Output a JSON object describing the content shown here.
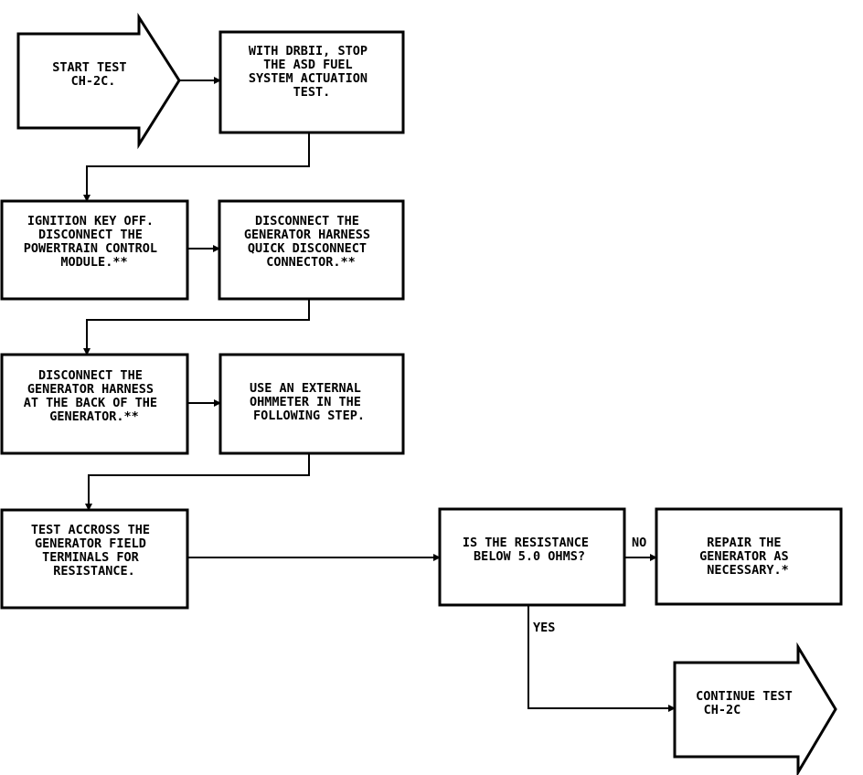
{
  "nodes": {
    "start": {
      "lines": [
        "START TEST",
        "CH-2C."
      ]
    },
    "drbii_stop": {
      "lines": [
        "WITH DRBII, STOP",
        "THE ASD FUEL",
        "SYSTEM ACTUATION",
        "TEST."
      ]
    },
    "ignition_off": {
      "lines": [
        "IGNITION KEY OFF.",
        "DISCONNECT THE",
        "POWERTRAIN CONTROL",
        "MODULE.**"
      ]
    },
    "disconnect_quick": {
      "lines": [
        "DISCONNECT THE",
        "GENERATOR HARNESS",
        "QUICK DISCONNECT",
        "CONNECTOR.**"
      ]
    },
    "disconnect_back": {
      "lines": [
        "DISCONNECT THE",
        "GENERATOR HARNESS",
        "AT THE BACK OF THE",
        "GENERATOR.**"
      ]
    },
    "use_ohmmeter": {
      "lines": [
        "USE AN EXTERNAL",
        "OHMMETER IN THE",
        "FOLLOWING STEP."
      ]
    },
    "test_across": {
      "lines": [
        "TEST ACCROSS THE",
        "GENERATOR FIELD",
        "TERMINALS FOR",
        "RESISTANCE."
      ]
    },
    "decision": {
      "lines": [
        "IS THE RESISTANCE",
        "BELOW 5.0 OHMS?"
      ]
    },
    "repair": {
      "lines": [
        "REPAIR THE",
        "GENERATOR AS",
        "NECESSARY.*"
      ]
    },
    "continue": {
      "lines": [
        "CONTINUE TEST",
        "CH-2C"
      ]
    }
  },
  "edge_labels": {
    "no": "NO",
    "yes": "YES"
  }
}
